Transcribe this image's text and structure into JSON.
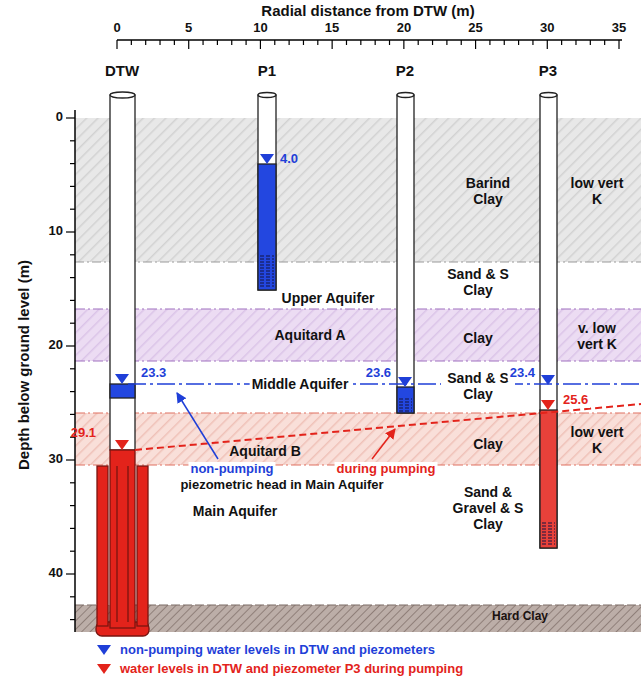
{
  "diagram": {
    "nodes": [
      {
        "text": [
          "DTW"
        ]
      },
      {
        "text": [
          "P1"
        ]
      },
      {
        "text": [
          "P2"
        ]
      },
      {
        "text": [
          "P3"
        ]
      },
      {
        "text": [
          "Barind Clay",
          "low vert K"
        ]
      },
      {
        "text": [
          "Upper Aquifer",
          "Sand & S Clay"
        ]
      },
      {
        "text": [
          "Aquitard A",
          "Clay",
          "v. low vert K"
        ]
      },
      {
        "text": [
          "Middle Aquifer",
          "Sand & S Clay"
        ]
      },
      {
        "text": [
          "Aquitard B",
          "Clay",
          "low vert K"
        ]
      },
      {
        "text": [
          "Main Aquifer",
          "Sand & Gravel & S Clay"
        ]
      },
      {
        "text": [
          "Hard Clay"
        ]
      }
    ],
    "labels": [
      "Radial distance from DTW (m)",
      "0",
      "5",
      "10",
      "15",
      "20",
      "25",
      "30",
      "35",
      "Depth below ground level (m)",
      "0",
      "10",
      "20",
      "30",
      "40",
      "4.0",
      "23.3",
      "23.6",
      "23.4",
      "25.6",
      "29.1",
      "non-pumping",
      "piezometric head in Main Aquifer",
      "during pumping"
    ],
    "legend": [
      {
        "text": "non-pumping water levels in DTW and piezometers"
      },
      {
        "text": "water levels in DTW and piezometer P3 during pumping"
      }
    ]
  }
}
